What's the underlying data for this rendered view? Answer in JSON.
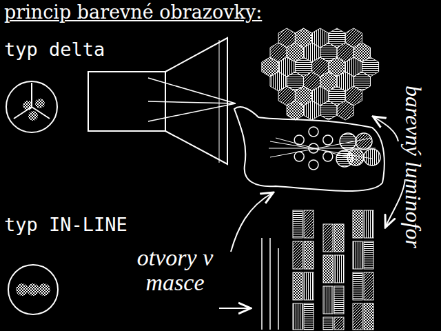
{
  "diagram": {
    "title": "princip barevné obrazovky:",
    "labels": [
      "typ delta",
      "typ IN-LINE",
      "otvory v masce",
      "barevný luminofor"
    ]
  }
}
